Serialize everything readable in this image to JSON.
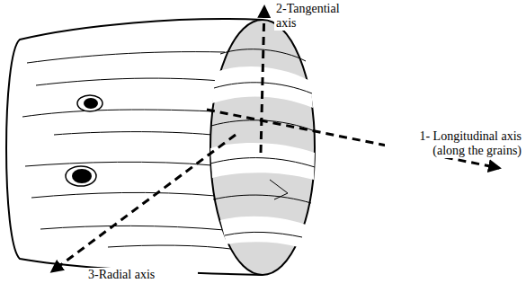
{
  "diagram": {
    "labels": [
      "2-Tangential axis",
      "1- Longitudinal axis (along the grains)",
      "3-Radial axis"
    ]
  }
}
